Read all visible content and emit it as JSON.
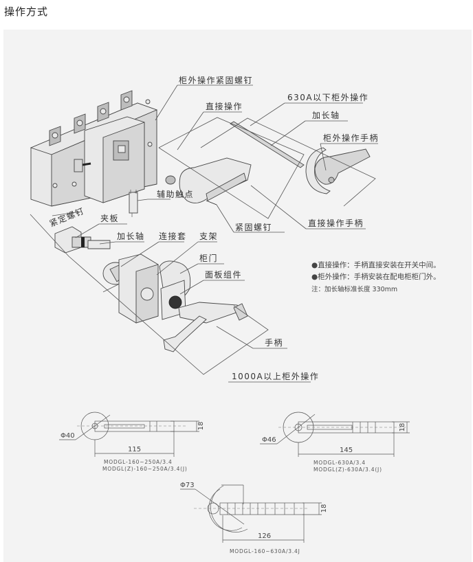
{
  "page": {
    "title": "操作方式"
  },
  "diagram": {
    "labels": {
      "outer_fastening_screw": "柜外操作紧固螺钉",
      "outer_op_below_630a": "630A以下柜外操作",
      "direct_operation": "直接操作",
      "extension_shaft_top": "加长轴",
      "outer_op_handle": "柜外操作手柄",
      "aux_contact": "辅助触点",
      "fastening_screw": "紧固螺钉",
      "direct_op_handle": "直接操作手柄",
      "set_screw": "紧定螺钉",
      "clamp_plate": "夹板",
      "extension_shaft": "加长轴",
      "coupling_sleeve": "连接套",
      "bracket": "支架",
      "cabinet_door": "柜门",
      "panel_assembly": "面板组件",
      "handle": "手柄",
      "outer_op_above_1000a": "1000A以上柜外操作"
    },
    "notes": [
      "●直接操作：手柄直接安装在开关中间。",
      "●柜外操作：手柄安装在配电柜柜门外。",
      "注：加长轴标准长度 330mm"
    ]
  },
  "dimension_drawings": [
    {
      "diameter": "Φ40",
      "length": "115",
      "height": "18",
      "models": [
        "MODGL-160~250A/3.4",
        "MODGL(Z)-160~250A/3.4(J)"
      ]
    },
    {
      "diameter": "Φ46",
      "length": "145",
      "height": "18",
      "models": [
        "MODGL-630A/3.4",
        "MODGL(Z)-630A/3.4(J)"
      ]
    },
    {
      "diameter": "Φ73",
      "length": "126",
      "height": "18",
      "models": [
        "MODGL-160~630A/3.4J"
      ]
    }
  ]
}
